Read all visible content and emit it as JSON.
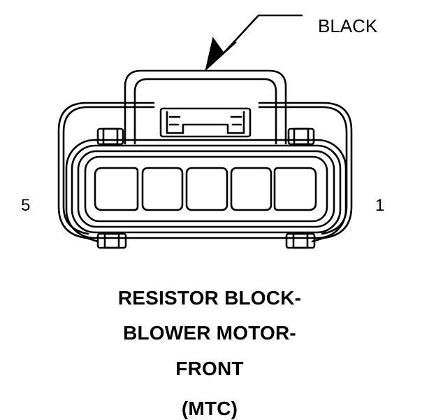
{
  "callout": {
    "color_label": "BLACK"
  },
  "pins": {
    "left_label": "5",
    "right_label": "1",
    "cavity_count": 5
  },
  "title": {
    "line1": "RESISTOR BLOCK-",
    "line2": "BLOWER MOTOR-",
    "line3": "FRONT",
    "line4": "(MTC)"
  },
  "colors": {
    "line": "#000000",
    "background": "#ffffff"
  }
}
